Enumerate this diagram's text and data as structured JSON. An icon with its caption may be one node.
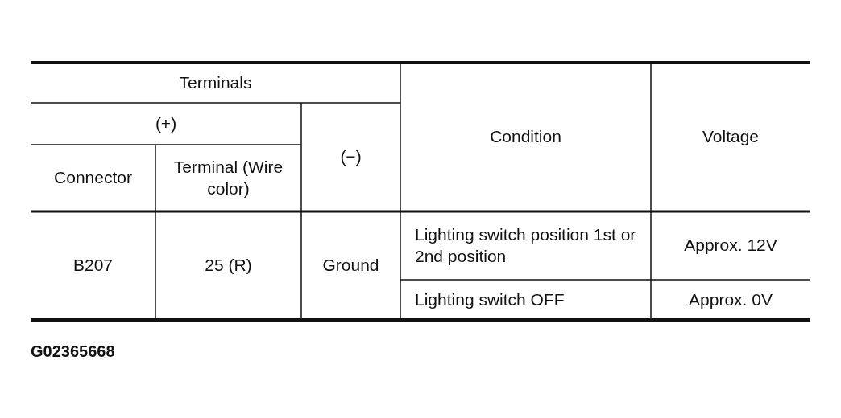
{
  "diagram": {
    "labels": [
      "Terminals",
      "Condition",
      "Voltage",
      "(+)",
      "(−)",
      "Connector",
      "Terminal (Wire color)",
      "B207",
      "25 (R)",
      "Ground",
      "Lighting switch position 1st or 2nd position",
      "Approx. 12V",
      "Lighting switch OFF",
      "Approx. 0V",
      "G02365668"
    ]
  }
}
